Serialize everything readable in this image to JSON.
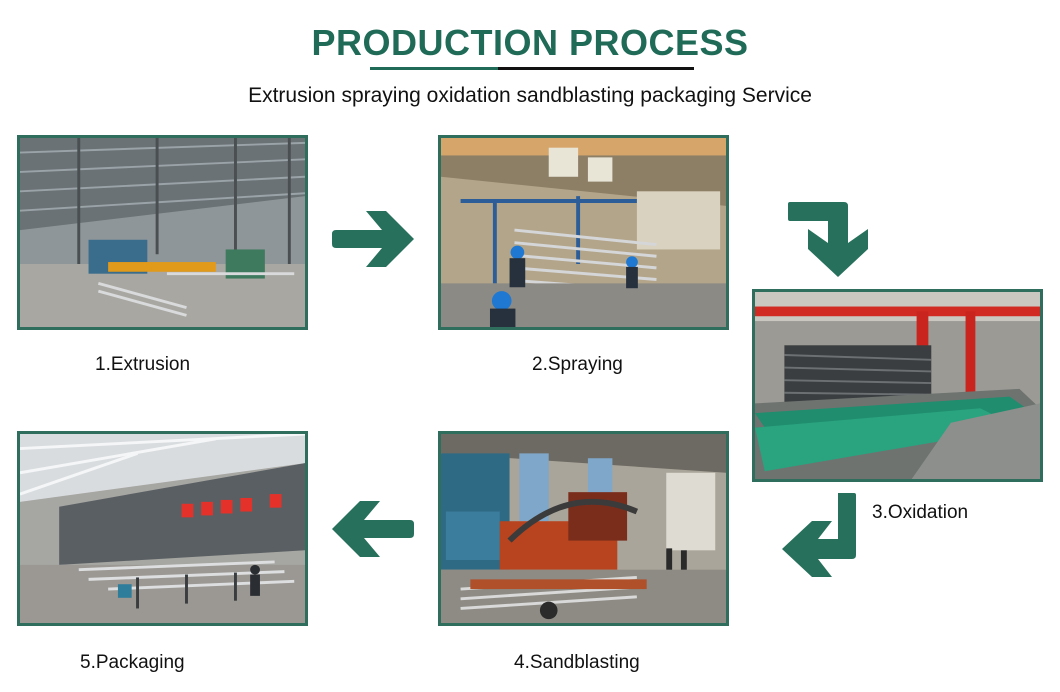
{
  "header": {
    "title": "PRODUCTION PROCESS",
    "subtitle": "Extrusion spraying oxidation sandblasting packaging Service"
  },
  "steps": [
    {
      "caption": "1.Extrusion"
    },
    {
      "caption": "2.Spraying"
    },
    {
      "caption": "3.Oxidation"
    },
    {
      "caption": "4.Sandblasting"
    },
    {
      "caption": "5.Packaging"
    }
  ],
  "colors": {
    "accent": "#1f6b57",
    "frame": "#2f6e5c",
    "arrow": "#27705c"
  },
  "icons": {
    "arrow_1_to_2": "arrow-right-icon",
    "arrow_2_to_3": "arrow-turn-down-icon",
    "arrow_3_to_4": "arrow-turn-left-icon",
    "arrow_4_to_5": "arrow-left-icon"
  }
}
